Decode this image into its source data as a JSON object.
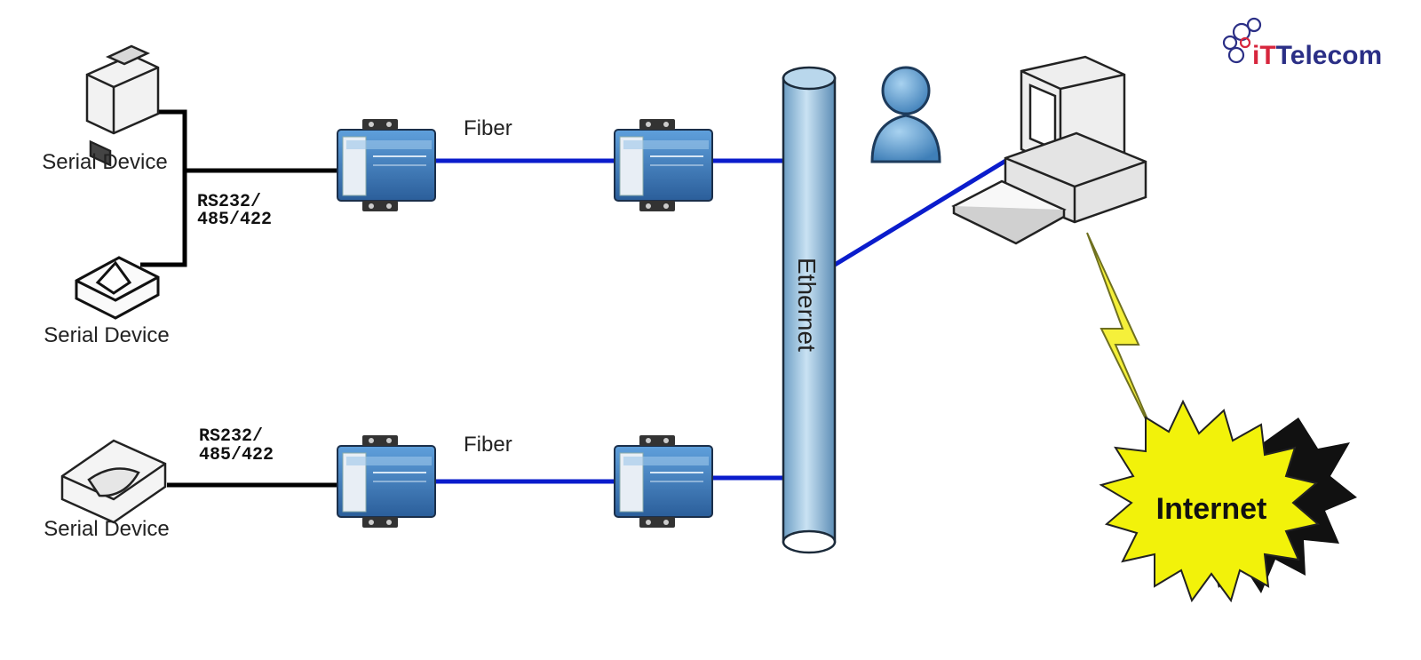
{
  "logo": {
    "text_prefix": "iT",
    "text_suffix": "Telecom",
    "brand_color": "#2b2f86",
    "accent_color": "#d7263d"
  },
  "devices": {
    "device1": {
      "label": "Serial Device"
    },
    "device2": {
      "label": "Serial Device"
    },
    "device3": {
      "label": "Serial Device"
    }
  },
  "links": {
    "serial_top": {
      "line1": "RS232/",
      "line2": "485/422"
    },
    "serial_bottom": {
      "line1": "RS232/",
      "line2": "485/422"
    },
    "fiber_top": {
      "label": "Fiber"
    },
    "fiber_bottom": {
      "label": "Fiber"
    }
  },
  "backbone": {
    "label": "Ethernet"
  },
  "cloud": {
    "label": "Internet"
  },
  "colors": {
    "fiber_line": "#0a1ccc",
    "serial_line": "#000000",
    "ethernet_pipe": "#9fc7e3",
    "internet_burst": "#f2f20a",
    "lightning": "#f5f03a",
    "converter_blue": "#3a78b8"
  }
}
